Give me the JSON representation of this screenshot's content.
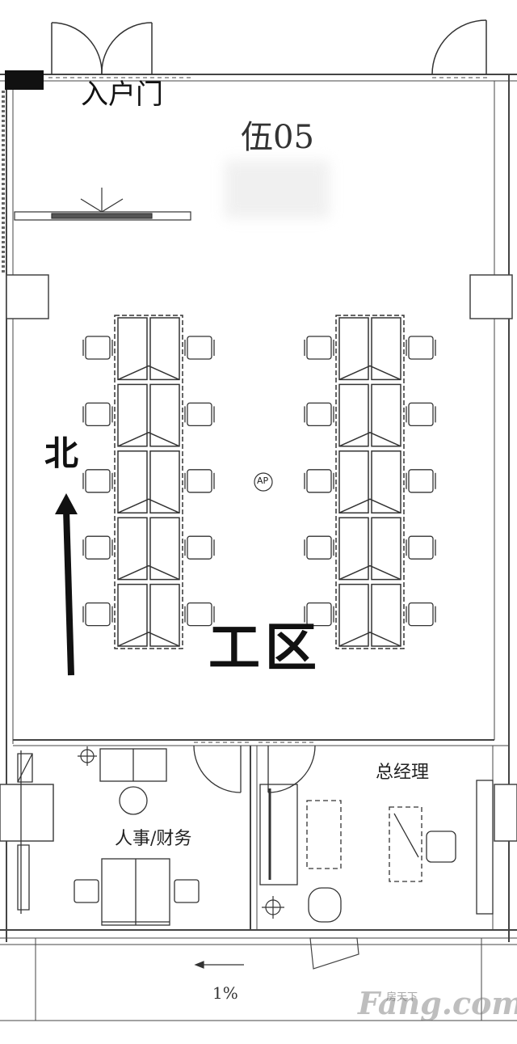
{
  "labels": {
    "entrance": "入户门",
    "unit": "伍05",
    "north": "北",
    "work_area": "工区",
    "hr_finance": "人事/财务",
    "general_manager": "总经理",
    "slope": "1%",
    "ap": "AP"
  },
  "watermark": {
    "text": "Fang.com",
    "chinese": "房天下"
  },
  "icons": {
    "north_arrow": "north-arrow-icon",
    "access_point": "ap-icon"
  },
  "colors": {
    "line": "#444444",
    "ink": "#111111",
    "watermark": "#8a8a8a"
  }
}
